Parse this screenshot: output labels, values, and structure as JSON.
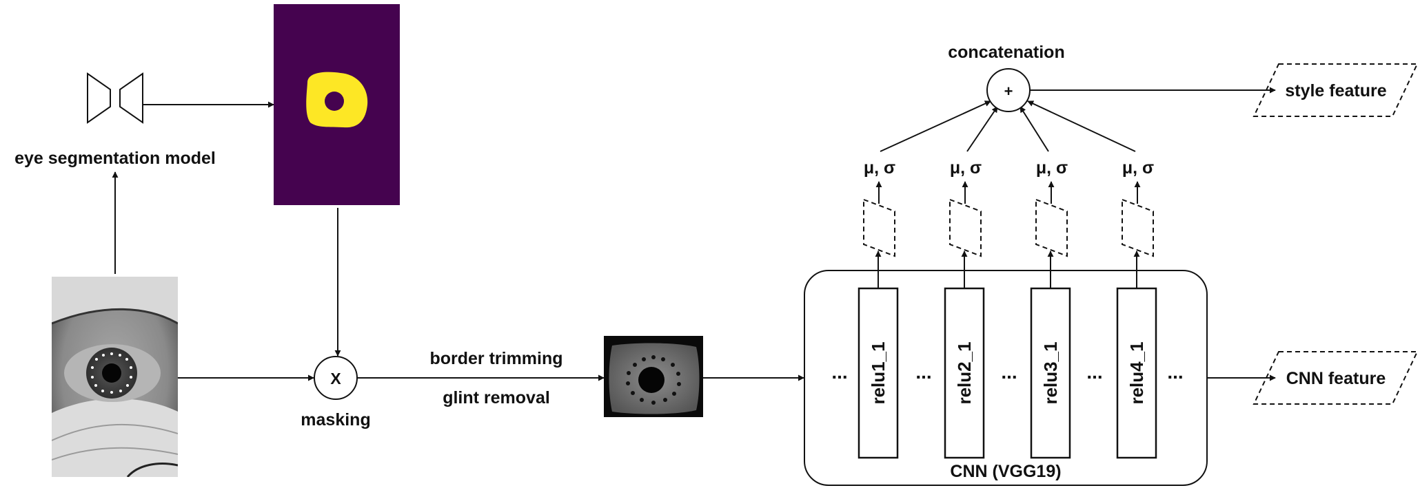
{
  "labels": {
    "segmentation_model": "eye segmentation model",
    "masking": "masking",
    "multiply_symbol": "X",
    "border_trimming": "border trimming",
    "glint_removal": "glint removal",
    "concatenation": "concatenation",
    "plus_symbol": "+",
    "style_feature": "style feature",
    "cnn_feature": "CNN feature",
    "cnn_name": "CNN (VGG19)",
    "ellipsis": "..."
  },
  "stats": [
    "μ, σ",
    "μ, σ",
    "μ, σ",
    "μ, σ"
  ],
  "layers": [
    "relu1_1",
    "relu2_1",
    "relu3_1",
    "relu4_1"
  ],
  "colors": {
    "mask_background": "#45034f",
    "mask_iris": "#fde725",
    "stroke": "#111111"
  }
}
